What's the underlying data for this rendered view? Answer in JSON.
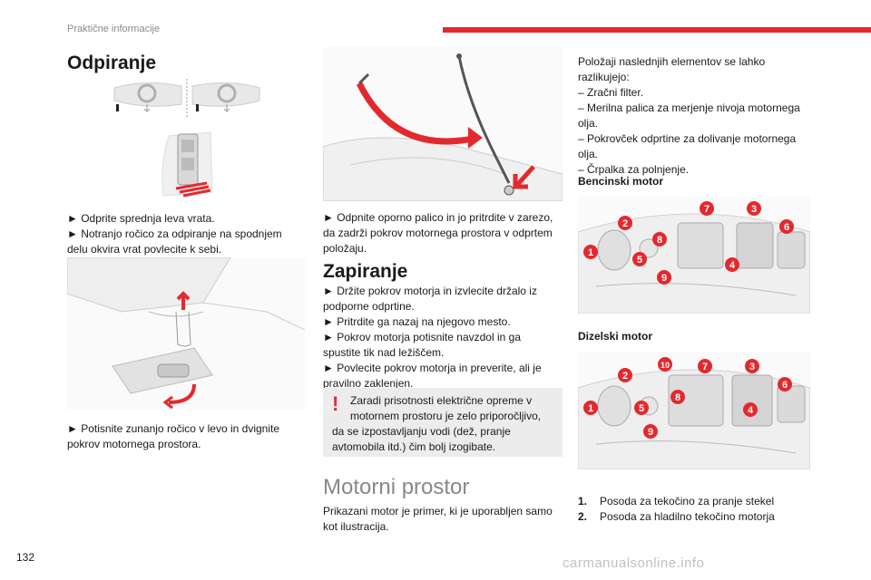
{
  "header": {
    "section": "Praktične informacije",
    "accent": "#e4292e"
  },
  "page_number": "132",
  "opening": {
    "title": "Odpiranje",
    "step1": "► Odprite sprednja leva vrata.",
    "step2a": "► Notranjo ročico za odpiranje na spodnjem",
    "step2b": "delu okvira vrat povlecite k sebi.",
    "step3a": "► Potisnite zunanjo ročico v levo in dvignite",
    "step3b": "pokrov motornega prostora.",
    "step4a": "► Odpnite oporno palico in jo pritrdite v zarezo,",
    "step4b": "da zadrži pokrov motornega prostora v odprtem",
    "step4c": "položaju."
  },
  "closing": {
    "title": "Zapiranje",
    "lines": [
      "► Držite pokrov motorja in izvlecite držalo iz",
      "podporne odprtine.",
      "► Pritrdite ga nazaj na njegovo mesto.",
      "► Pokrov motorja potisnite navzdol in ga",
      "spustite tik nad ležiščem.",
      "► Povlecite pokrov motorja in preverite, ali je",
      "pravilno zaklenjen."
    ]
  },
  "note": {
    "symbol": "!",
    "lines": [
      "Zaradi prisotnosti električne opreme v",
      "motornem prostoru je zelo priporočljivo,",
      "da se izpostavljanju vodi (dež, pranje",
      "avtomobila itd.) čim bolj izogibate."
    ]
  },
  "engine": {
    "title": "Motorni prostor",
    "desc1": "Prikazani motor je primer, ki je uporabljen samo",
    "desc2": "kot ilustracija.",
    "intro": [
      "Položaji naslednjih elementov se lahko",
      "razlikujejo:",
      "– Zračni filter.",
      "– Merilna palica za merjenje nivoja motornega",
      "olja.",
      "– Pokrovček odprtine za dolivanje motornega",
      "olja.",
      "– Črpalka za polnjenje."
    ],
    "petrol_label": "Bencinski motor",
    "diesel_label": "Dizelski motor",
    "petrol_markers": [
      "1",
      "2",
      "3",
      "4",
      "5",
      "6",
      "7",
      "8",
      "9"
    ],
    "diesel_markers": [
      "1",
      "2",
      "3",
      "4",
      "5",
      "6",
      "7",
      "8",
      "9",
      "10"
    ],
    "marker_color": "#e4292e",
    "legend": [
      {
        "num": "1.",
        "text": "Posoda za tekočino za pranje stekel"
      },
      {
        "num": "2.",
        "text": "Posoda za hladilno tekočino motorja"
      }
    ]
  },
  "watermark": "carmanualsonline.info"
}
